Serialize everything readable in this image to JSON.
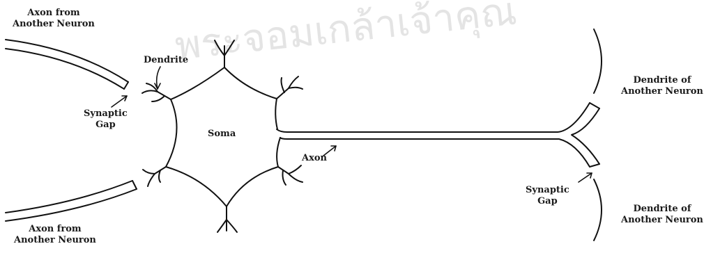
{
  "watermark": "พระจอมเกล้าเจ้าคุณ",
  "labels": {
    "axon_top_line1": "Axon from",
    "axon_top_line2": "Another Neuron",
    "dendrite": "Dendrite",
    "synaptic_gap_left_line1": "Synaptic",
    "synaptic_gap_left_line2": "Gap",
    "soma": "Soma",
    "axon": "Axon",
    "dendrite_other_top_line1": "Dendrite of",
    "dendrite_other_top_line2": "Another Neuron",
    "synaptic_gap_right_line1": "Synaptic",
    "synaptic_gap_right_line2": "Gap",
    "dendrite_other_bottom_line1": "Dendrite of",
    "dendrite_other_bottom_line2": "Another Neuron",
    "axon_bottom_line1": "Axon from",
    "axon_bottom_line2": "Another Neuron"
  }
}
